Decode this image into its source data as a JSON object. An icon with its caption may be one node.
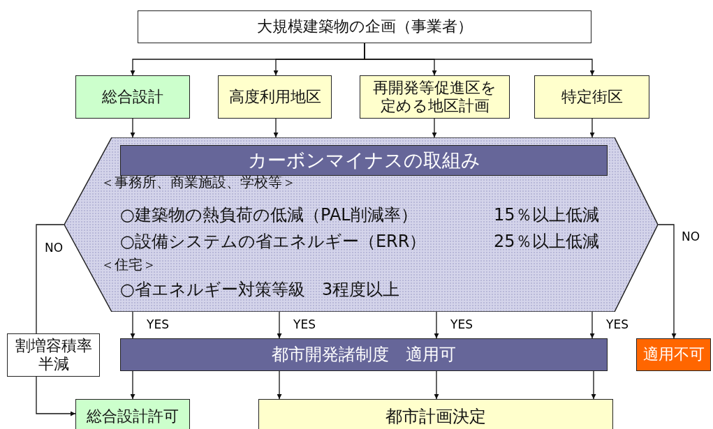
{
  "diagram": {
    "nodes": [
      {
        "text": [
          "大規模建築物の企画（事業者）"
        ]
      },
      {
        "text": [
          "総合設計"
        ]
      },
      {
        "text": [
          "高度利用地区"
        ]
      },
      {
        "text": [
          "再開発等促進区を定める地区計画"
        ]
      },
      {
        "text": [
          "特定街区"
        ]
      },
      {
        "text": [
          "＜事務所、商業施設、学校等＞",
          "○建築物の熱負荷の低減（PAL削減率）",
          "15％以上低減",
          "○設備システムの省エネルギー（ERR）",
          "25％以上低減",
          "＜住宅＞",
          "○省エネルギー対策等級　3程度以上"
        ]
      },
      {
        "text": [
          "カーボンマイナスの取組み"
        ],
        "in": 5
      },
      {
        "text": [
          "都市開発諸制度　適用可"
        ]
      },
      {
        "text": [
          "適用不可"
        ]
      },
      {
        "text": [
          "割増容積率半減"
        ]
      },
      {
        "text": [
          "総合設計許可"
        ]
      },
      {
        "text": [
          "都市計画決定"
        ]
      }
    ],
    "edges": [
      {
        "from": 0,
        "to": 1,
        "arrow": "to"
      },
      {
        "from": 0,
        "to": 2,
        "arrow": "to"
      },
      {
        "from": 0,
        "to": 3,
        "arrow": "to"
      },
      {
        "from": 0,
        "to": 4,
        "arrow": "to"
      },
      {
        "from": 1,
        "to": 5,
        "arrow": "to"
      },
      {
        "from": 2,
        "to": 5,
        "arrow": "to"
      },
      {
        "from": 3,
        "to": 5,
        "arrow": "to"
      },
      {
        "from": 4,
        "to": 5,
        "arrow": "to"
      },
      {
        "from": 5,
        "to": 7,
        "arrow": "to",
        "label": "YES"
      },
      {
        "from": 5,
        "to": 7,
        "arrow": "to",
        "label": "YES"
      },
      {
        "from": 5,
        "to": 7,
        "arrow": "to",
        "label": "YES"
      },
      {
        "from": 5,
        "to": 7,
        "arrow": "to",
        "label": "YES"
      },
      {
        "from": 5,
        "to": 8,
        "arrow": "to",
        "label": "NO"
      },
      {
        "from": 5,
        "to": 9,
        "arrow": "none",
        "label": "NO"
      },
      {
        "from": 9,
        "to": 10,
        "arrow": "to"
      },
      {
        "from": 7,
        "to": 10,
        "arrow": "to"
      },
      {
        "from": 7,
        "to": 11,
        "arrow": "to"
      },
      {
        "from": 7,
        "to": 11,
        "arrow": "to"
      },
      {
        "from": 7,
        "to": 11,
        "arrow": "to"
      }
    ]
  }
}
